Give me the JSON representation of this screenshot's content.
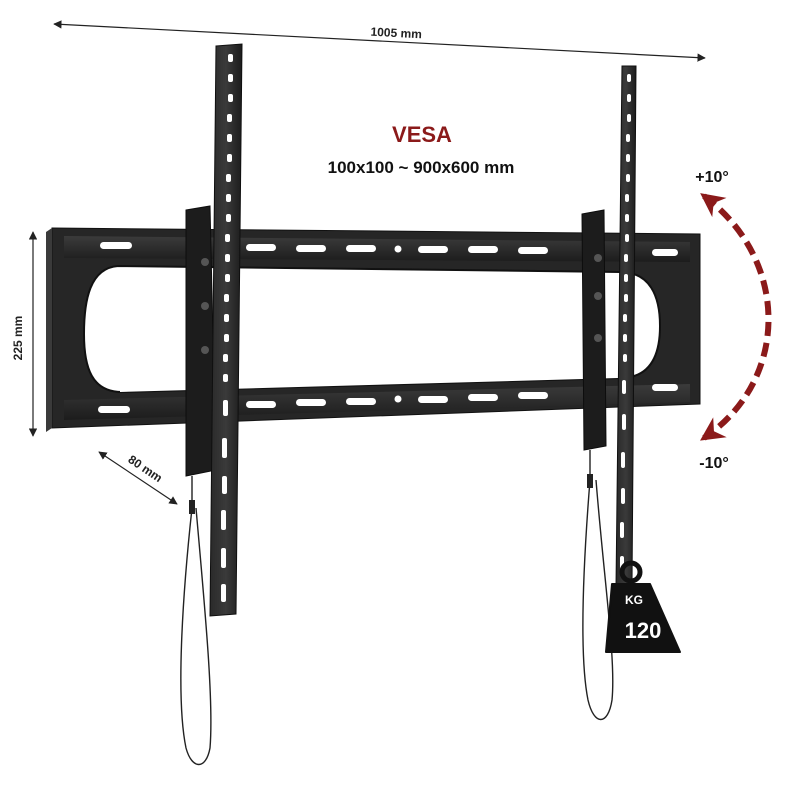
{
  "dimensions": {
    "width": "1005 mm",
    "height": "225 mm",
    "depth": "80 mm"
  },
  "vesa": {
    "title": "VESA",
    "range": "100x100 ~ 900x600 mm"
  },
  "tilt": {
    "up": "+10°",
    "down": "-10°"
  },
  "load": {
    "unit": "KG",
    "value": "120"
  },
  "colors": {
    "accent": "#8b1a1a",
    "metal": "#1f1f1f",
    "outline": "#444444"
  },
  "icons": {
    "tilt": "curved-dashed-arrow",
    "weight": "kettlebell-weight"
  }
}
